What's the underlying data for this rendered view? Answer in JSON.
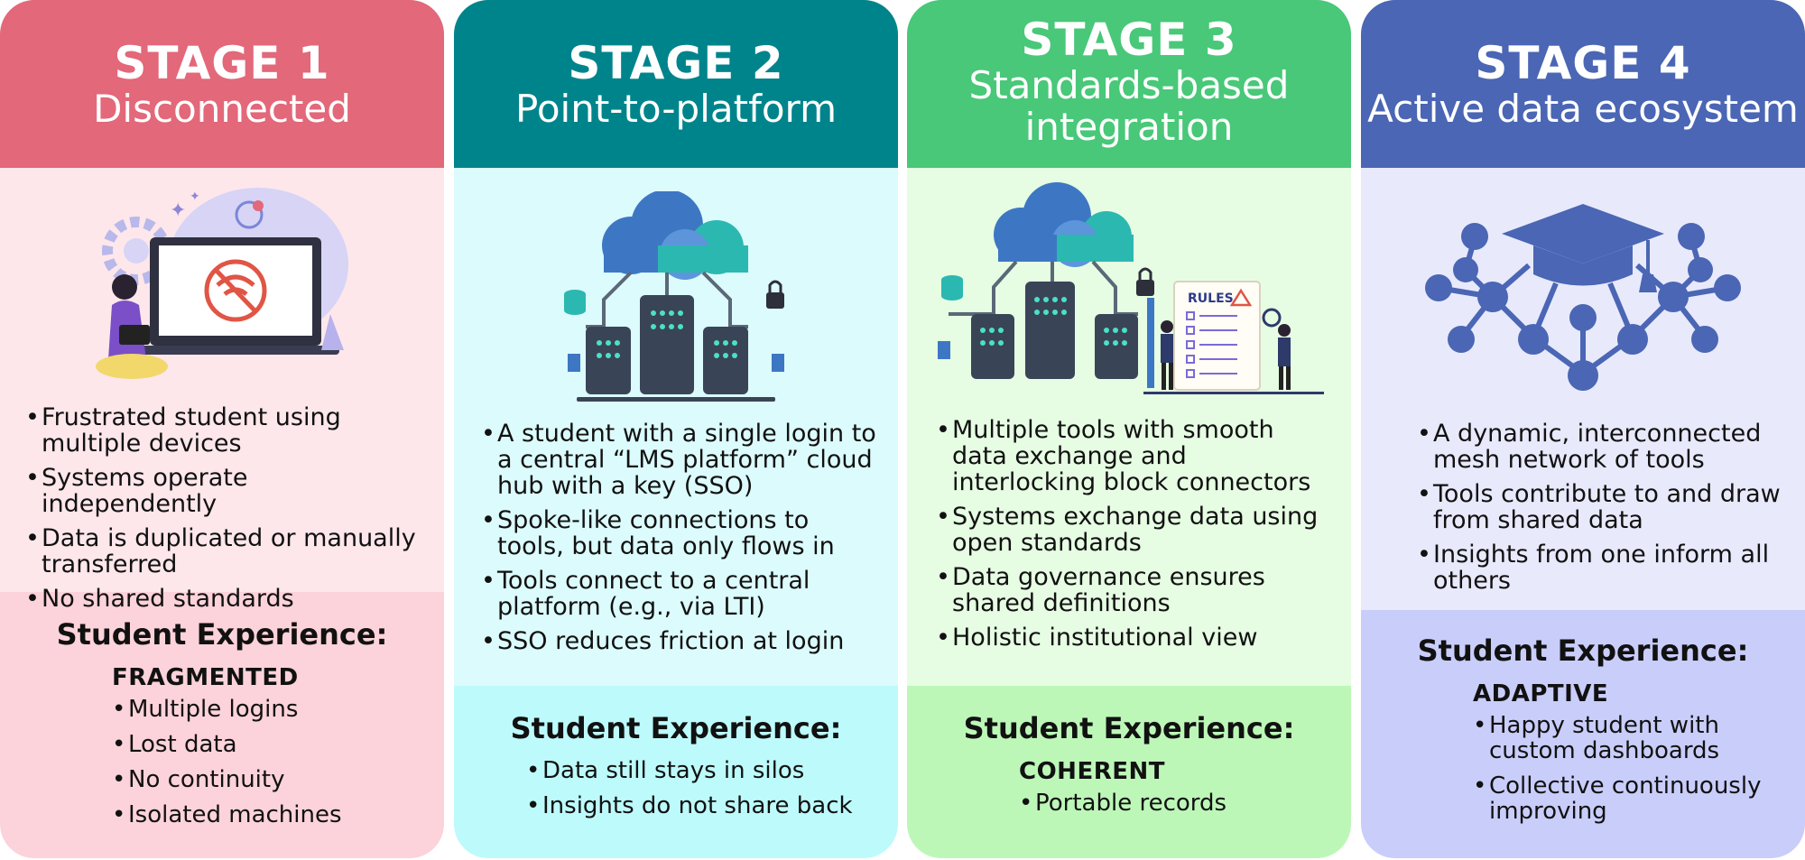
{
  "stages": [
    {
      "stage": "STAGE 1",
      "title": "Disconnected",
      "bullets": [
        "Frustrated student using multiple devices",
        "Systems operate independently",
        "Data is duplicated or manually transferred",
        "No shared standards"
      ],
      "experience_heading": "Student Experience:",
      "experience_level": "FRAGMENTED",
      "experience_bullets": [
        "Multiple logins",
        "Lost data",
        "No continuity",
        "Isolated machines"
      ]
    },
    {
      "stage": "STAGE 2",
      "title": "Point-to-platform",
      "bullets": [
        "A student with a single login to a central “LMS platform” cloud hub with a key (SSO)",
        "Spoke-like connections to tools, but data only flows in",
        "Tools connect to a central platform (e.g., via LTI)",
        "SSO reduces friction at login"
      ],
      "experience_heading": "Student Experience:",
      "experience_level": "",
      "experience_bullets": [
        "Data still stays in silos",
        "Insights do not share back"
      ]
    },
    {
      "stage": "STAGE 3",
      "title": "Standards-based integration",
      "bullets": [
        "Multiple tools with smooth data exchange and interlocking block connectors",
        "Systems exchange data using open standards",
        "Data governance ensures shared definitions",
        "Holistic institutional view"
      ],
      "rules_label": "RULES",
      "experience_heading": "Student Experience:",
      "experience_level": "COHERENT",
      "experience_bullets": [
        "Portable records"
      ]
    },
    {
      "stage": "STAGE 4",
      "title": "Active data ecosystem",
      "bullets": [
        "A dynamic, interconnected mesh network of tools",
        "Tools contribute to and draw from shared data",
        "Insights from one inform all others"
      ],
      "experience_heading": "Student Experience:",
      "experience_level": "ADAPTIVE",
      "experience_bullets": [
        "Happy student with custom dashboards",
        "Collective continuously improving"
      ]
    }
  ],
  "colors": {
    "stage1": {
      "head": "#e2687a",
      "body": "#fde7eb",
      "exp": "#fcd3da"
    },
    "stage2": {
      "head": "#00848b",
      "body": "#dcfbfc",
      "exp": "#bdfafb"
    },
    "stage3": {
      "head": "#48c878",
      "body": "#e6fde3",
      "exp": "#bdf7b8"
    },
    "stage4": {
      "head": "#4a66b4",
      "body": "#e8e9fb",
      "exp": "#c9cdfa"
    }
  },
  "icons": [
    "student-laptop-no-wifi-icon",
    "cloud-server-icon",
    "cloud-server-rules-icon",
    "graduation-cap-network-icon"
  ]
}
